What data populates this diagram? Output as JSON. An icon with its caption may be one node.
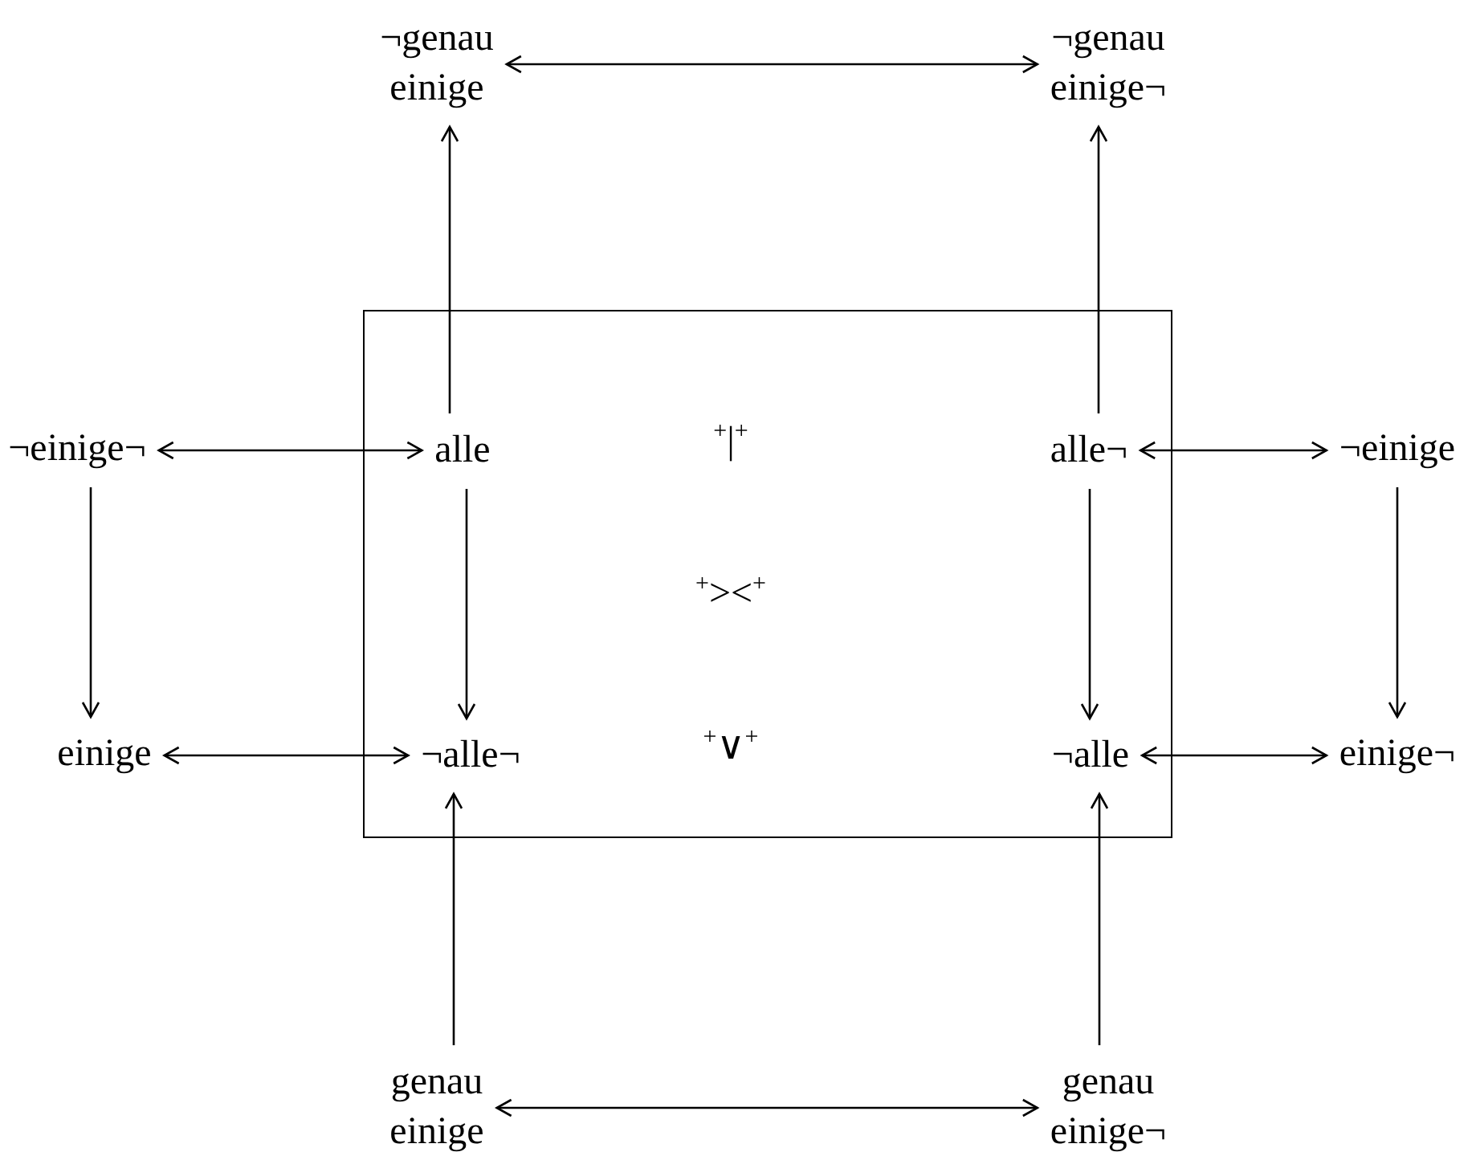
{
  "diagram": {
    "nodes": [
      {
        "text": [
          "¬genau einige"
        ]
      },
      {
        "text": [
          "¬genau einige¬"
        ]
      },
      {
        "text": [],
        "shape": "box"
      },
      {
        "text": [
          "alle"
        ],
        "in": 2
      },
      {
        "text": [
          "alle¬"
        ],
        "in": 2
      },
      {
        "text": [
          "¬alle¬"
        ],
        "in": 2
      },
      {
        "text": [
          "¬alle"
        ],
        "in": 2
      },
      {
        "text": [
          "¬einige¬"
        ]
      },
      {
        "text": [
          "¬einige"
        ]
      },
      {
        "text": [
          "einige"
        ]
      },
      {
        "text": [
          "einige¬"
        ]
      },
      {
        "text": [
          "genau einige"
        ]
      },
      {
        "text": [
          "genau einige¬"
        ]
      }
    ],
    "edges": [
      {
        "from": 0,
        "to": 1,
        "arrow": "both"
      },
      {
        "from": 3,
        "to": 0,
        "arrow": "to"
      },
      {
        "from": 4,
        "to": 1,
        "arrow": "to"
      },
      {
        "from": 7,
        "to": 3,
        "arrow": "both"
      },
      {
        "from": 4,
        "to": 8,
        "arrow": "both"
      },
      {
        "from": 7,
        "to": 9,
        "arrow": "to"
      },
      {
        "from": 3,
        "to": 5,
        "arrow": "to"
      },
      {
        "from": 4,
        "to": 6,
        "arrow": "to"
      },
      {
        "from": 8,
        "to": 10,
        "arrow": "to"
      },
      {
        "from": 9,
        "to": 5,
        "arrow": "both"
      },
      {
        "from": 6,
        "to": 10,
        "arrow": "both"
      },
      {
        "from": 11,
        "to": 5,
        "arrow": "to"
      },
      {
        "from": 12,
        "to": 6,
        "arrow": "to"
      },
      {
        "from": 11,
        "to": 12,
        "arrow": "both"
      }
    ],
    "labels": [
      "$^{+}$|$^{+}$",
      "$^{+}$><$^{+}$",
      "$^{+}$∨$^{+}$"
    ]
  }
}
